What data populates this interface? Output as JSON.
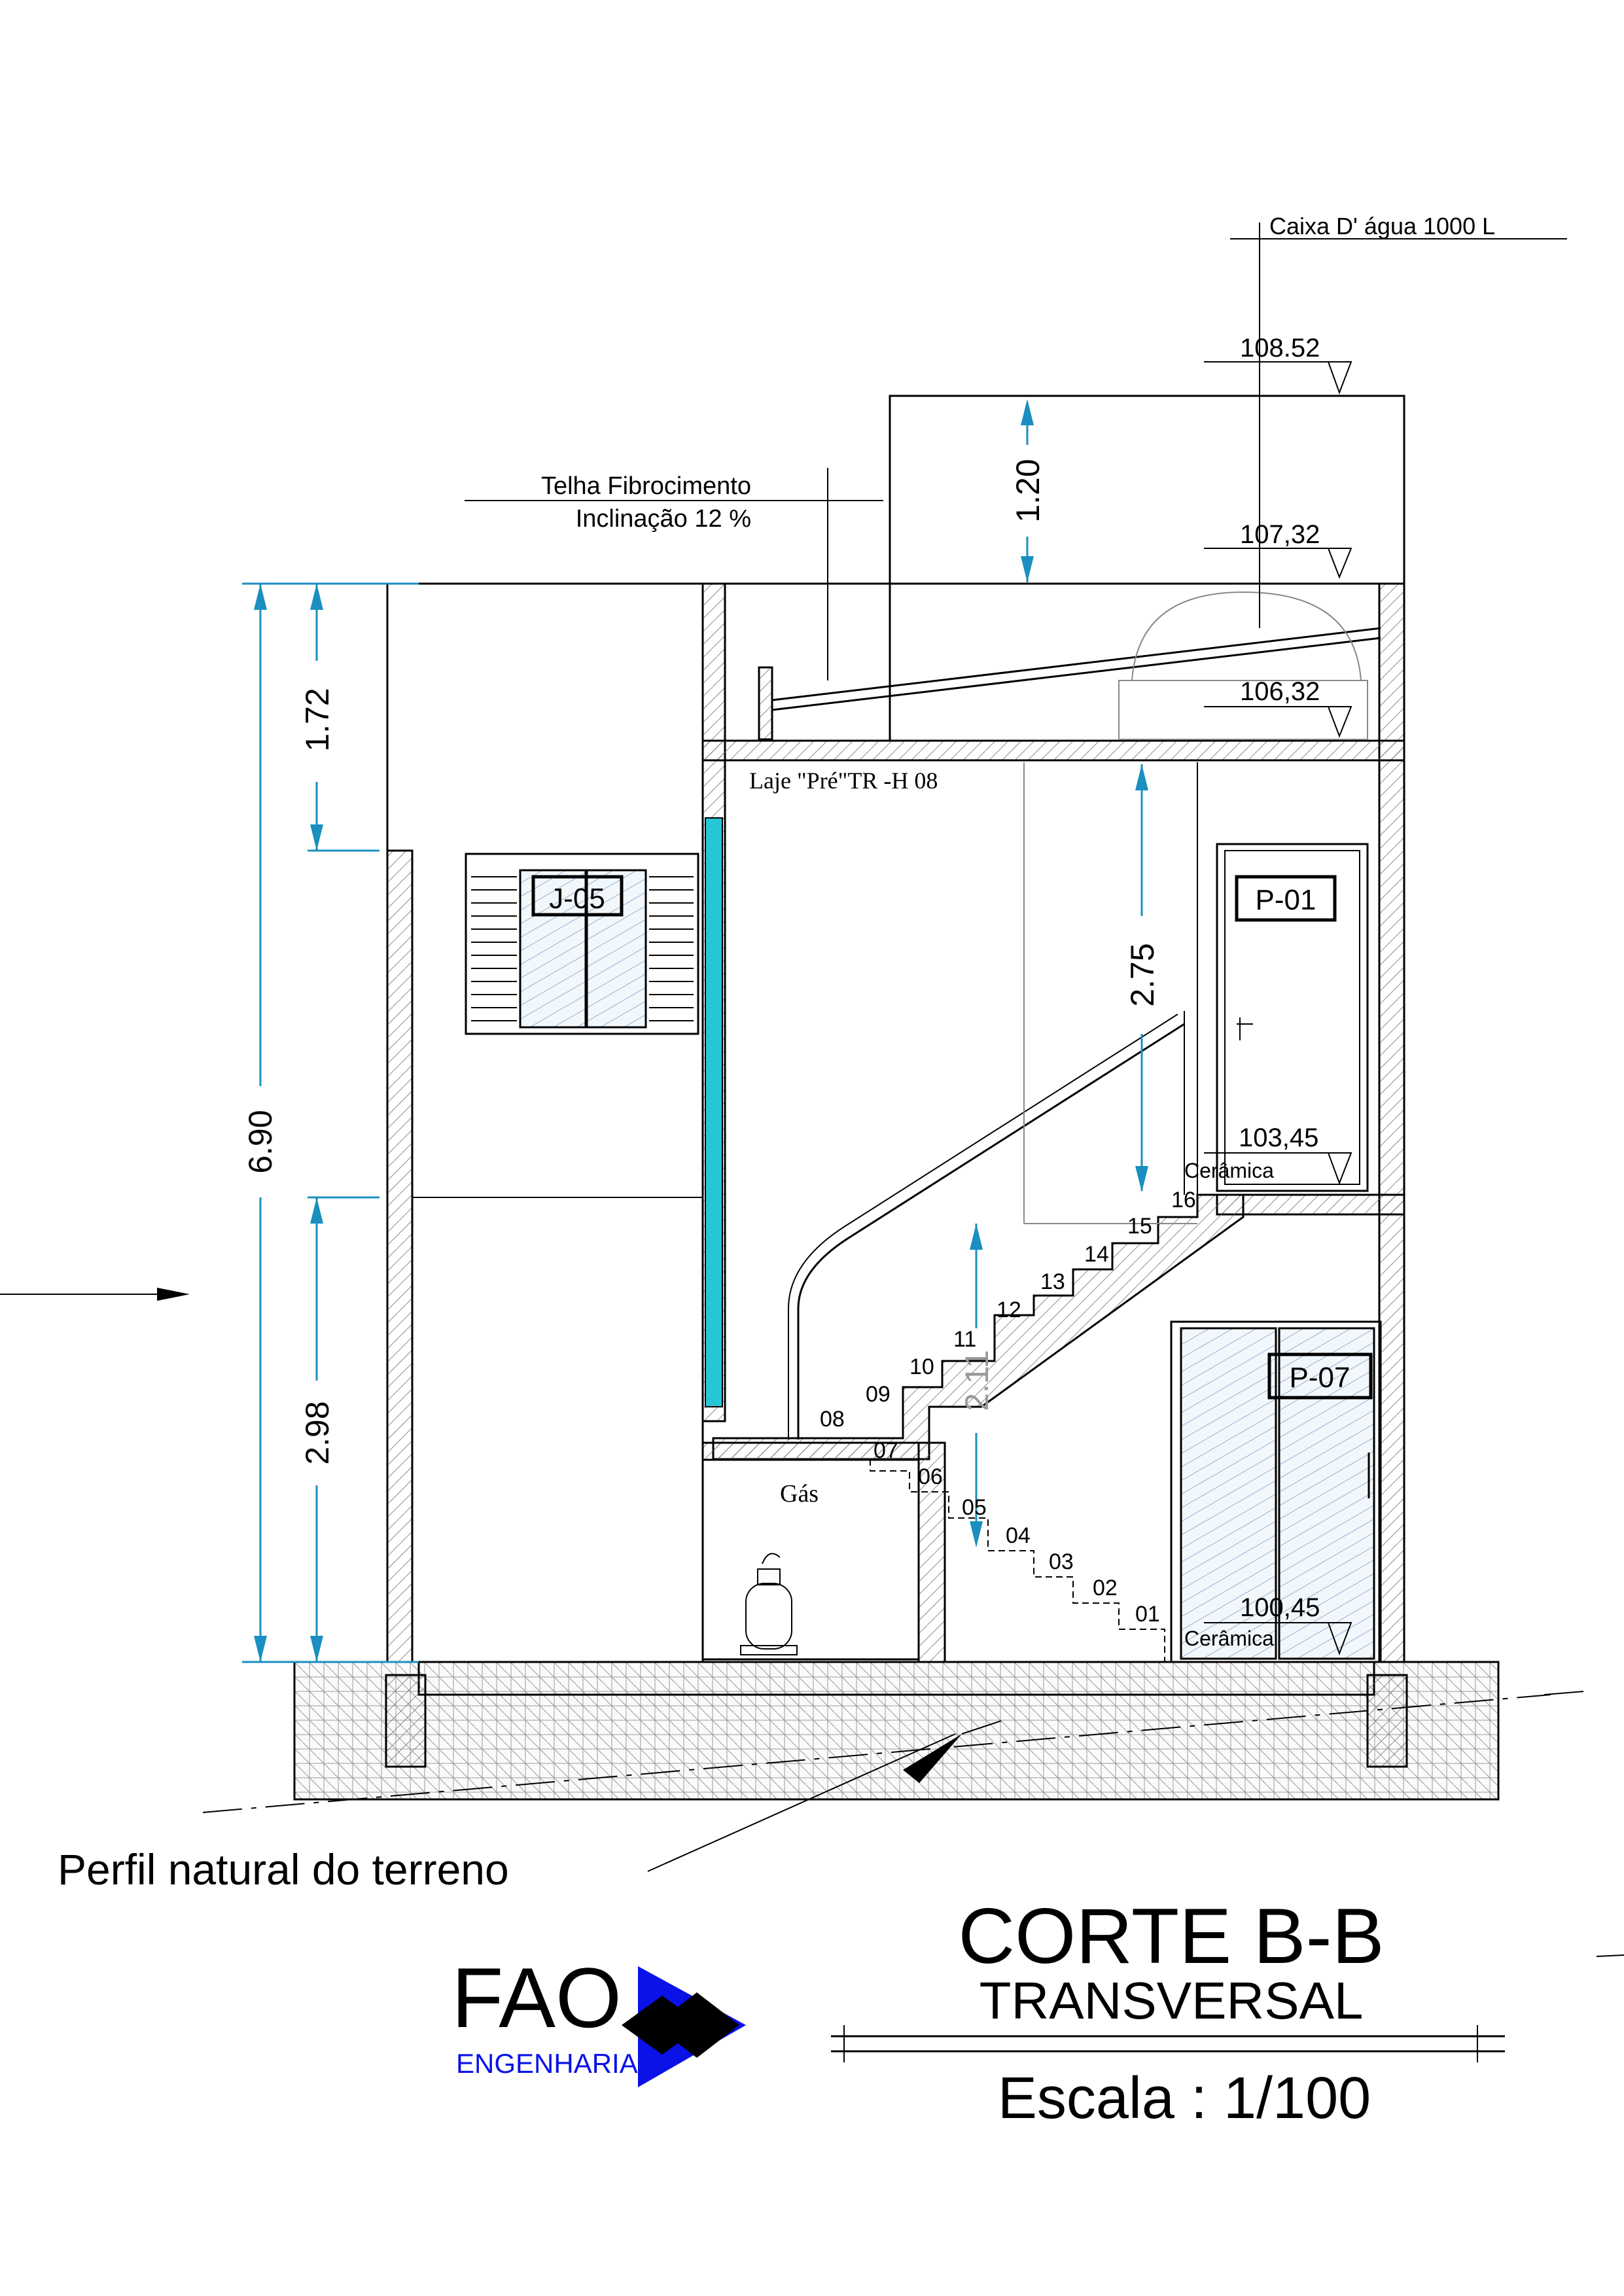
{
  "title": {
    "main": "CORTE B-B",
    "sub": "TRANSVERSAL",
    "scale": "Escala : 1/100"
  },
  "logo": {
    "name": "FAO",
    "subtitle": "ENGENHARIA",
    "colors": {
      "blue": "#0a12e8",
      "black": "#000000"
    }
  },
  "annotations": {
    "caixa_dagua": "Caixa D' água 1000 L",
    "telha_line1": "Telha Fibrocimento",
    "telha_line2": "Inclinação 12 %",
    "laje": "Laje \"Pré\"TR -H 08",
    "gas": "Gás",
    "terrain": "Perfil natural do terreno",
    "ceramica_upper": "Cerâmica",
    "ceramica_lower": "Cerâmica"
  },
  "levels": {
    "top": "108.52",
    "roof": "107,32",
    "slab": "106,32",
    "upper_floor": "103,45",
    "ground_floor": "100,45"
  },
  "dimensions": {
    "total_height": "6.90",
    "upper_parapet": "1.72",
    "lower_window": "2.98",
    "water_tank_box": "1.20",
    "upper_floor_height": "2.75",
    "stair_clearance": "2.11"
  },
  "tags": {
    "window": "J-05",
    "door_upper": "P-01",
    "door_lower": "P-07"
  },
  "stair_steps": [
    "01",
    "02",
    "03",
    "04",
    "05",
    "06",
    "07",
    "08",
    "09",
    "10",
    "11",
    "12",
    "13",
    "14",
    "15",
    "16"
  ],
  "colors": {
    "dimension": "#1a8fc0",
    "glass_block": "#27c6d6",
    "logo_blue": "#0a12e8"
  }
}
